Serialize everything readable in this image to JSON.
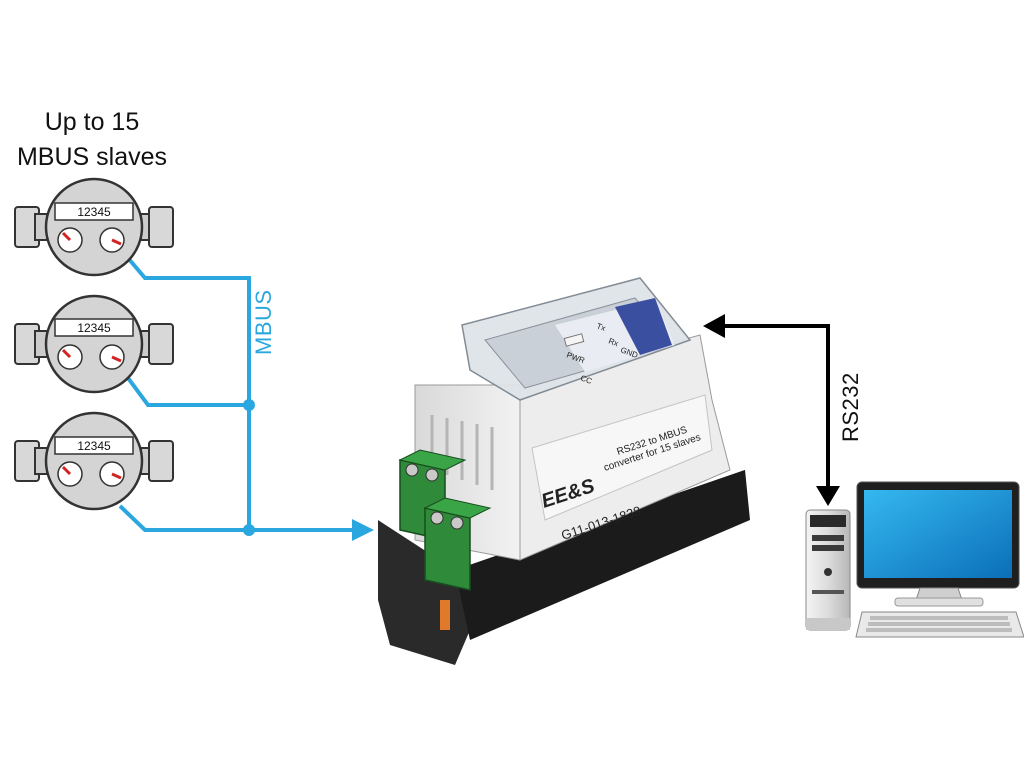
{
  "slaves_title": {
    "line1": "Up to 15",
    "line2": "MBUS slaves"
  },
  "meters": [
    {
      "counter": "12345"
    },
    {
      "counter": "12345"
    },
    {
      "counter": "12345"
    }
  ],
  "bus_label": "MBUS",
  "pc_link_label": "RS232",
  "converter": {
    "brand": "EE&S",
    "product_text_line1": "RS232 to MBUS",
    "product_text_line2": "converter for 15 slaves",
    "serial": "G11-013-1838",
    "indicators": [
      "Tx",
      "Rx",
      "GND",
      "PWR",
      "CC"
    ]
  },
  "colors": {
    "mbus_line": "#2ba7df",
    "rs232_line": "#000000",
    "screen": "#1aa3e6"
  }
}
